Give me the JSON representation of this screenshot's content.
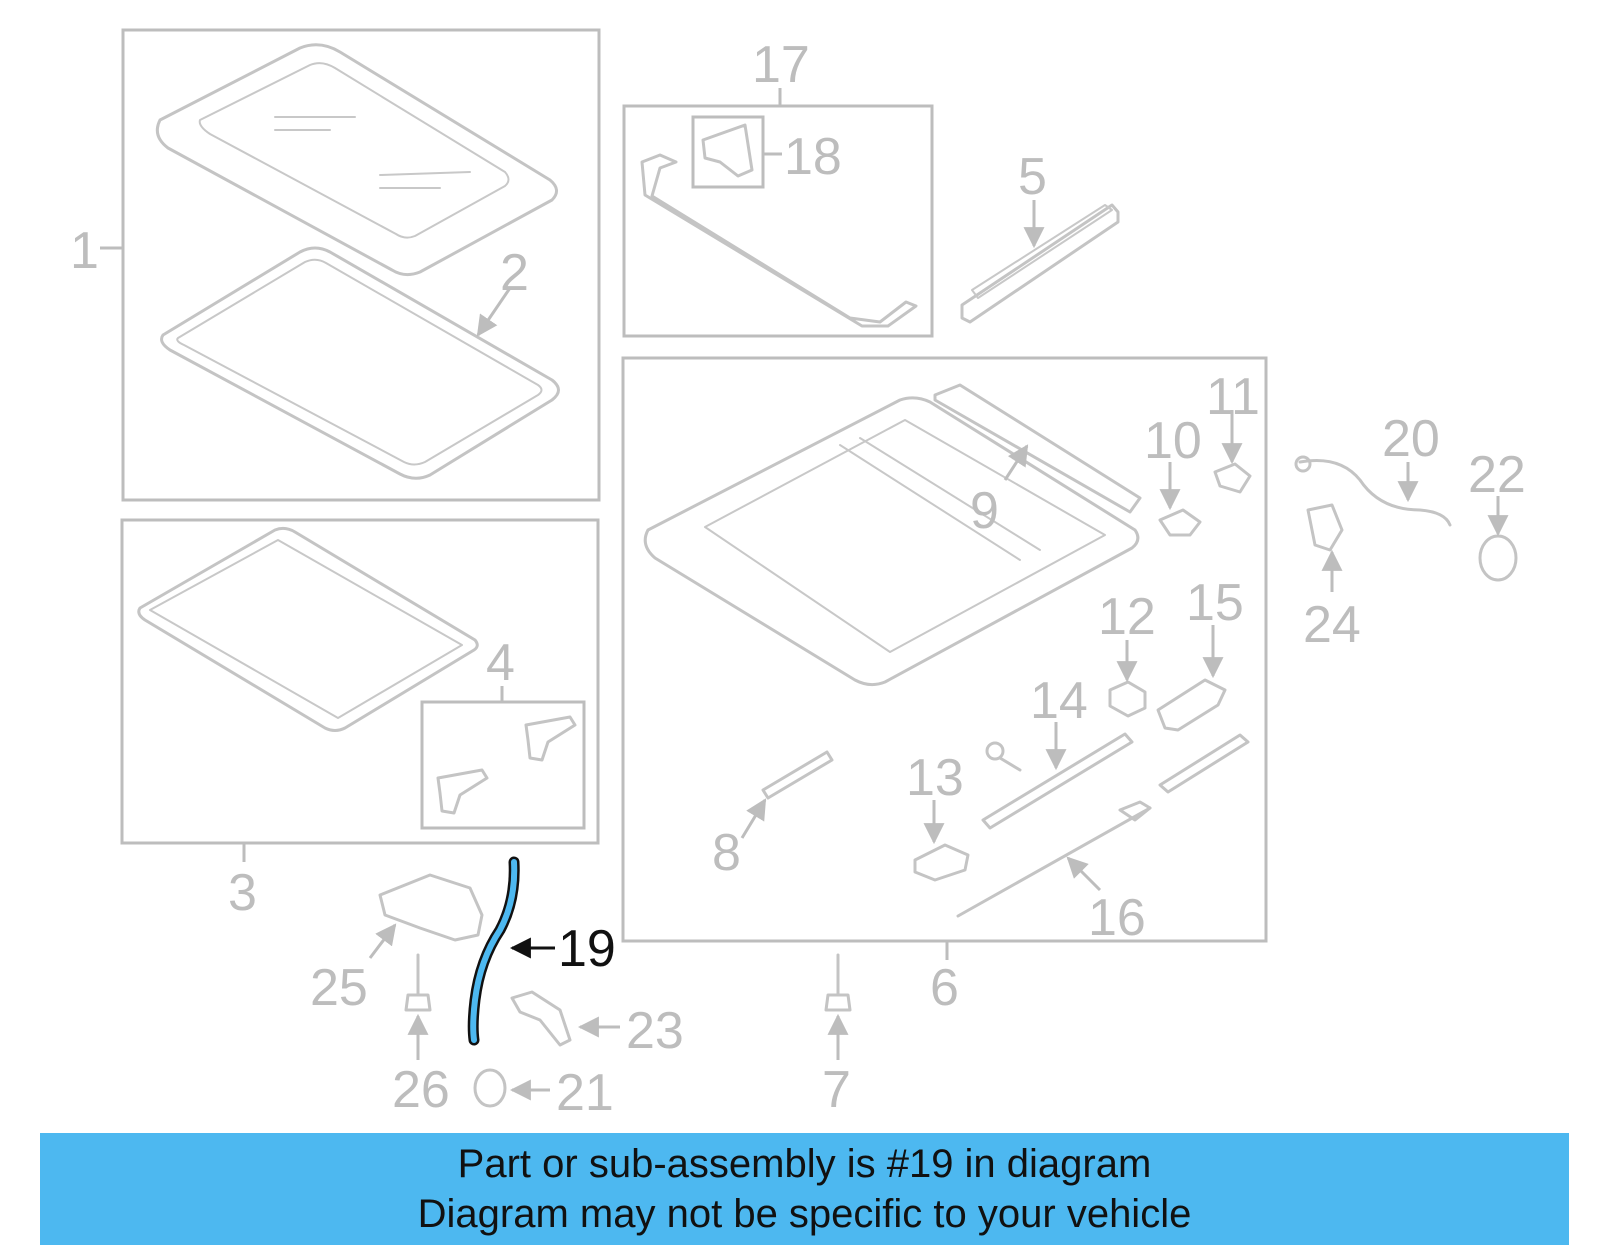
{
  "diagram": {
    "highlight_color": "#4db8f0",
    "part_color": "#c4c4c4",
    "labels": {
      "n1": "1",
      "n2": "2",
      "n3": "3",
      "n4": "4",
      "n5": "5",
      "n6": "6",
      "n7": "7",
      "n8": "8",
      "n9": "9",
      "n10": "10",
      "n11": "11",
      "n12": "12",
      "n13": "13",
      "n14": "14",
      "n15": "15",
      "n16": "16",
      "n17": "17",
      "n18": "18",
      "n19": "19",
      "n20": "20",
      "n21": "21",
      "n22": "22",
      "n23": "23",
      "n24": "24",
      "n25": "25",
      "n26": "26"
    }
  },
  "banner": {
    "line1": "Part or sub-assembly is #19 in diagram",
    "line2": "Diagram may not be specific to your vehicle",
    "color": "#4db8f0"
  }
}
